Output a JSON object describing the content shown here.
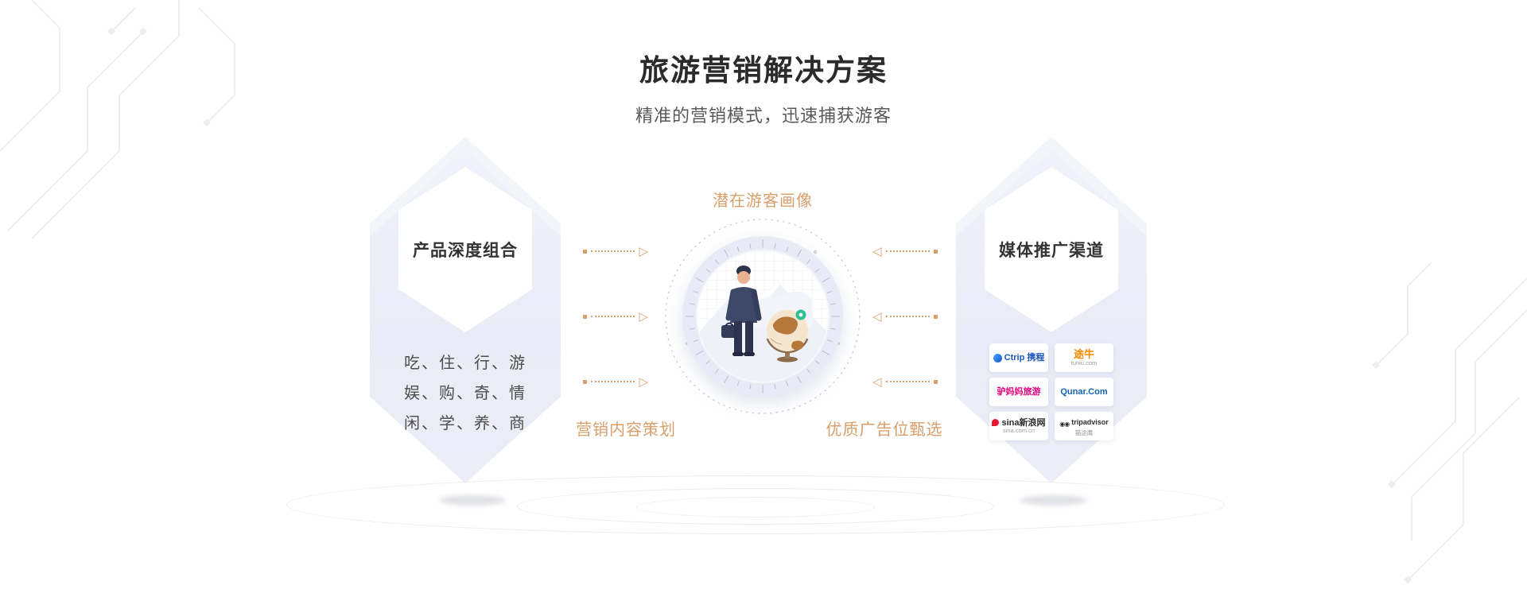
{
  "page": {
    "title": "旅游营销解决方案",
    "subtitle": "精准的营销模式，迅速捕获游客"
  },
  "left_card": {
    "title": "产品深度组合",
    "lines": [
      "吃、住、行、游",
      "娱、购、奇、情",
      "闲、学、养、商"
    ]
  },
  "right_card": {
    "title": "媒体推广渠道",
    "logos": [
      {
        "name": "Ctrip 携程",
        "sub": "",
        "color": "#1A56C0"
      },
      {
        "name": "途牛",
        "sub": "tuniu.com",
        "color": "#FF8800"
      },
      {
        "name": "驴妈妈旅游",
        "sub": "",
        "color": "#E6007E"
      },
      {
        "name": "Qunar.Com",
        "sub": "",
        "color": "#1463AF"
      },
      {
        "name": "sina新浪网",
        "sub": "sina.com.cn",
        "color": "#2B2B2B"
      },
      {
        "name": "tripadvisor",
        "sub": "猫途鹰",
        "color": "#2B2B2B"
      }
    ]
  },
  "diagram": {
    "top_label": "潜在游客画像",
    "bottom_left_label": "营销内容策划",
    "bottom_right_label": "优质广告位甄选"
  },
  "colors": {
    "accent_orange": "#D99F6A",
    "hexagon_fill": "#ECEEF8",
    "title_text": "#2B2B2B",
    "subtitle_text": "#595959",
    "list_text": "#4D4D4D"
  }
}
